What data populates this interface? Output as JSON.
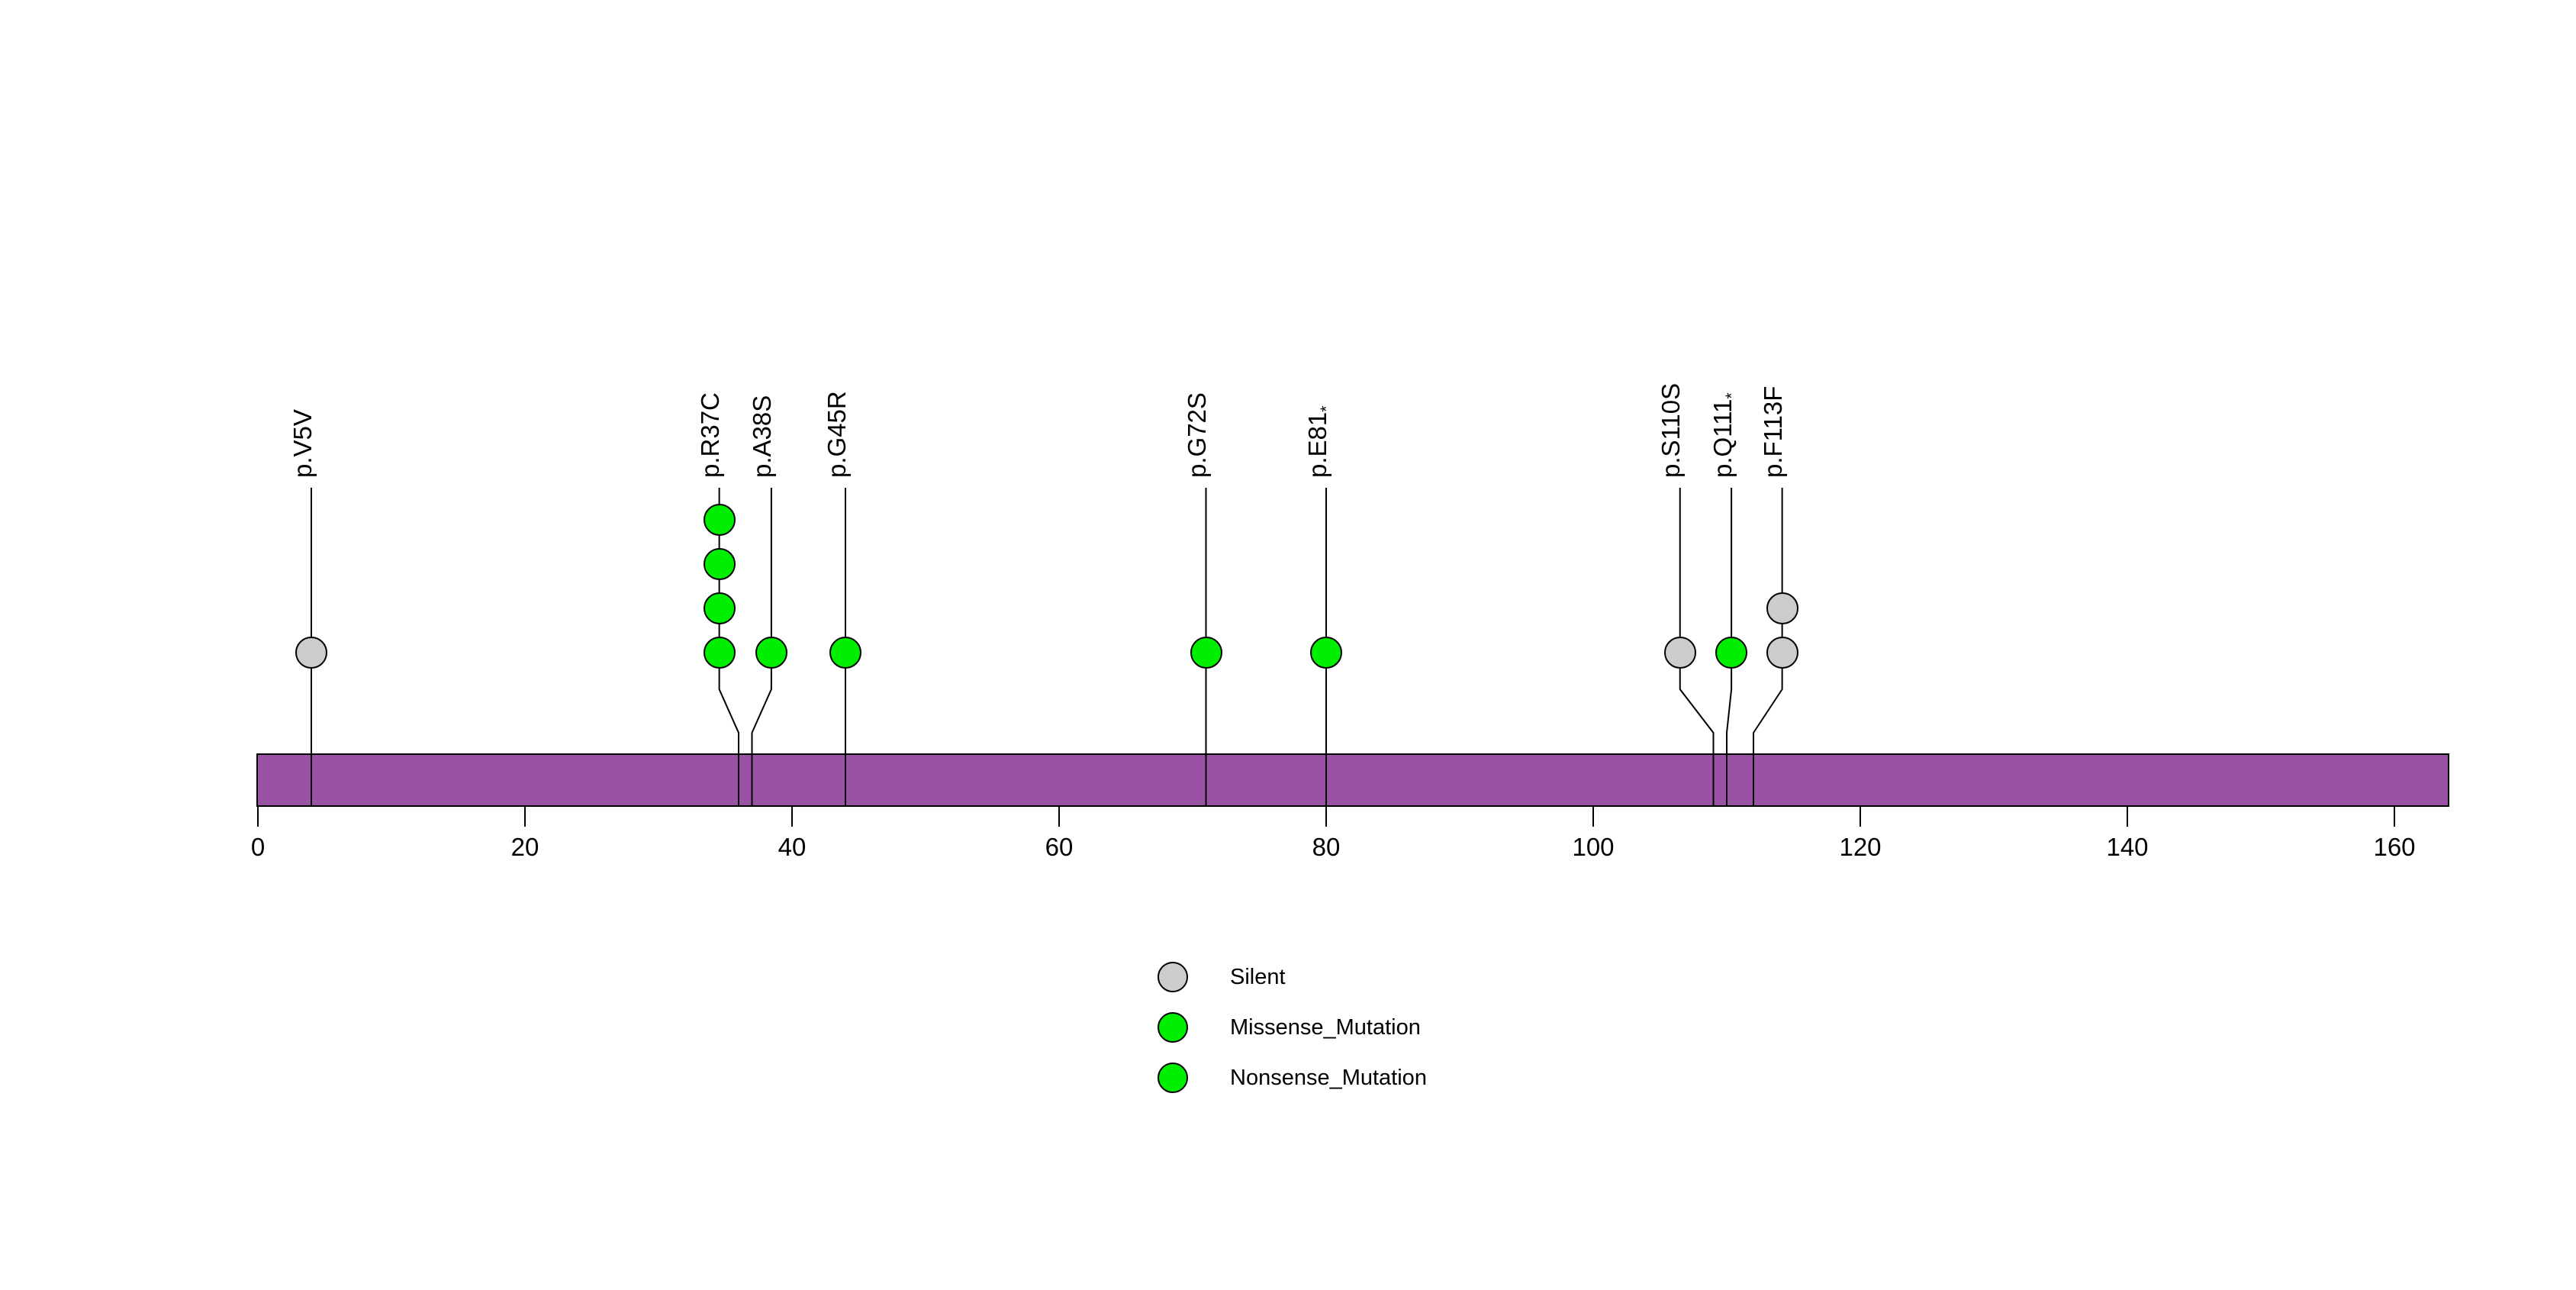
{
  "chart_data": {
    "type": "lollipop",
    "title": "",
    "xlabel": "",
    "ylabel": "",
    "background_color": "#ffffff",
    "axis": {
      "min": 0,
      "max": 164,
      "ticks": [
        0,
        20,
        40,
        60,
        80,
        100,
        120,
        140,
        160
      ],
      "grid": false
    },
    "protein_bar": {
      "start": 0,
      "end": 164,
      "color": "#9A52A5",
      "border_color": "#000000"
    },
    "legend": {
      "position": "bottom-center",
      "items": [
        {
          "label": "Silent",
          "color": "#CCCCCC"
        },
        {
          "label": "Missense_Mutation",
          "color": "#00EE00"
        },
        {
          "label": "Nonsense_Mutation",
          "color": "#00EE00"
        }
      ]
    },
    "mutations": [
      {
        "label": "p.V5V",
        "suffix": "",
        "residue": 5,
        "position": 4,
        "label_position": 4,
        "count": 1,
        "type": "Silent",
        "color": "#CCCCCC"
      },
      {
        "label": "p.R37C",
        "suffix": "",
        "residue": 37,
        "position": 36,
        "label_position": 34.55,
        "count": 4,
        "type": "Missense_Mutation",
        "color": "#00EE00"
      },
      {
        "label": "p.A38S",
        "suffix": "",
        "residue": 38,
        "position": 37,
        "label_position": 38.45,
        "count": 1,
        "type": "Missense_Mutation",
        "color": "#00EE00"
      },
      {
        "label": "p.G45R",
        "suffix": "",
        "residue": 45,
        "position": 44,
        "label_position": 44,
        "count": 1,
        "type": "Missense_Mutation",
        "color": "#00EE00"
      },
      {
        "label": "p.G72S",
        "suffix": "",
        "residue": 72,
        "position": 71,
        "label_position": 71,
        "count": 1,
        "type": "Missense_Mutation",
        "color": "#00EE00"
      },
      {
        "label": "p.E81",
        "suffix": "*",
        "residue": 81,
        "position": 80,
        "label_position": 80,
        "count": 1,
        "type": "Nonsense_Mutation",
        "color": "#00EE00"
      },
      {
        "label": "p.S110S",
        "suffix": "",
        "residue": 110,
        "position": 109,
        "label_position": 106.5,
        "count": 1,
        "type": "Silent",
        "color": "#CCCCCC"
      },
      {
        "label": "p.Q111",
        "suffix": "*",
        "residue": 111,
        "position": 110,
        "label_position": 110.35,
        "count": 1,
        "type": "Nonsense_Mutation",
        "color": "#00EE00"
      },
      {
        "label": "p.F113F",
        "suffix": "",
        "residue": 113,
        "position": 112,
        "label_position": 114.15,
        "count": 2,
        "type": "Silent",
        "color": "#CCCCCC"
      }
    ]
  }
}
